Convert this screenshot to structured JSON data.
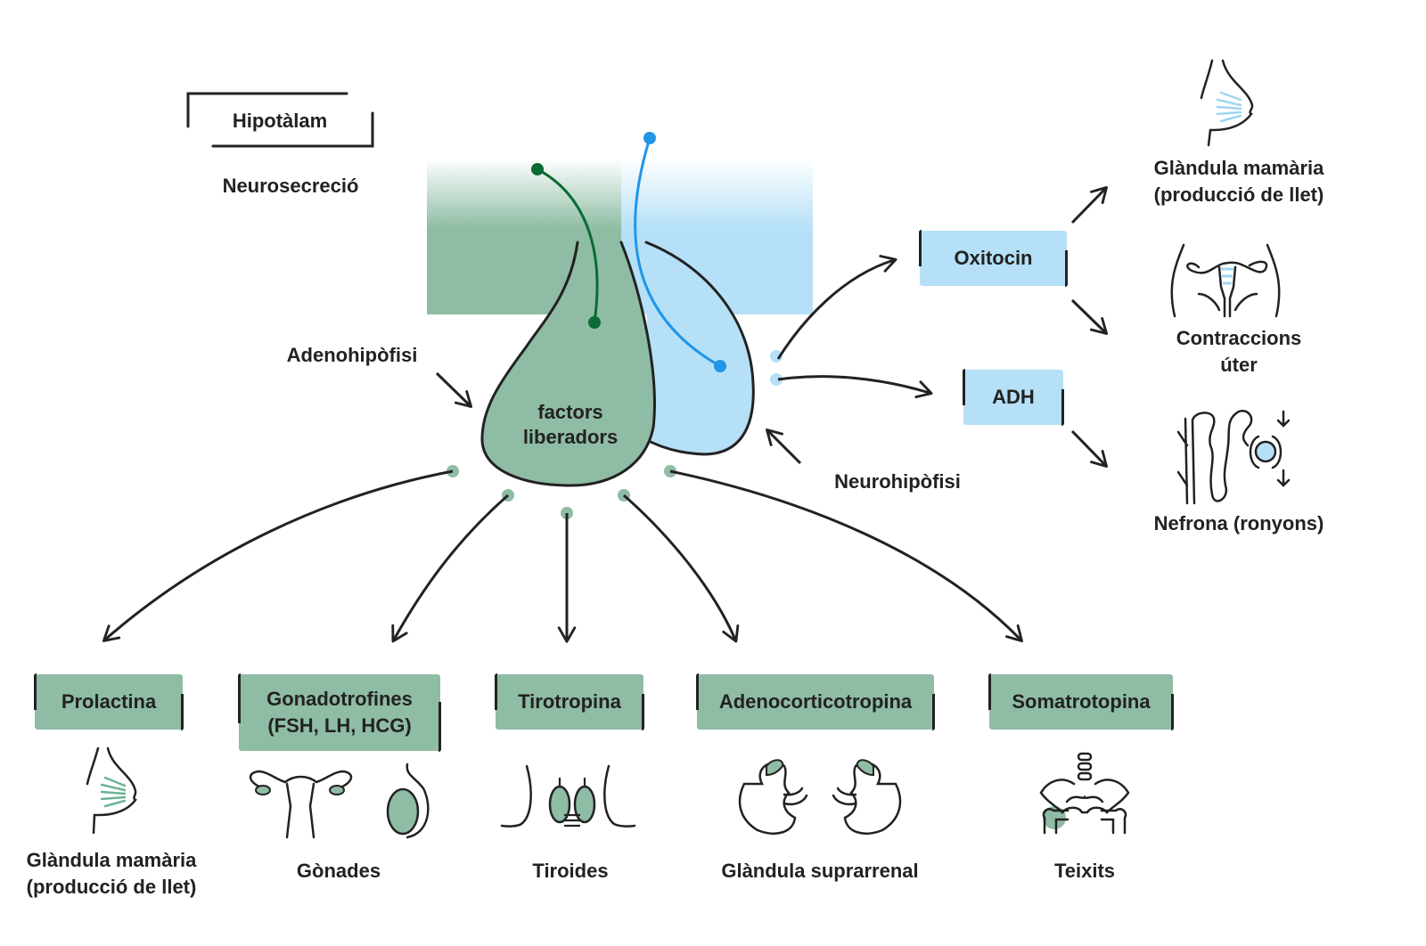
{
  "header": {
    "hypothalamus_label": "Hipotàlam",
    "neurosecretion_label": "Neurosecreció"
  },
  "pituitary": {
    "adenohypophysis_label": "Adenohipòfisi",
    "neurohypophysis_label": "Neurohipòfisi",
    "center_label_line1": "factors",
    "center_label_line2": "liberadors"
  },
  "posterior_hormones": [
    {
      "name": "Oxitocin",
      "color": "#b5e0f7"
    },
    {
      "name": "ADH",
      "color": "#b5e0f7"
    }
  ],
  "posterior_targets": [
    {
      "icon": "breast-icon",
      "label_line1": "Glàndula mamària",
      "label_line2": "(producció de llet)"
    },
    {
      "icon": "uterus-icon",
      "label_line1": "Contraccions",
      "label_line2": "úter"
    },
    {
      "icon": "nephron-icon",
      "label_line1": "Nefrona (ronyons)",
      "label_line2": ""
    }
  ],
  "anterior_hormones": [
    {
      "name_line1": "Prolactina",
      "name_line2": "",
      "target_line1": "Glàndula mamària",
      "target_line2": "(producció de llet)",
      "icon": "breast-icon"
    },
    {
      "name_line1": "Gonadotrofines",
      "name_line2": "(FSH, LH, HCG)",
      "target_line1": "Gònades",
      "target_line2": "",
      "icon": "gonads-icon"
    },
    {
      "name_line1": "Tirotropina",
      "name_line2": "",
      "target_line1": "Tiroides",
      "target_line2": "",
      "icon": "thyroid-icon"
    },
    {
      "name_line1": "Adenocorticotropina",
      "name_line2": "",
      "target_line1": "Glàndula suprarrenal",
      "target_line2": "",
      "icon": "adrenal-gland-icon"
    },
    {
      "name_line1": "Somatrotopina",
      "name_line2": "",
      "target_line1": "Teixits",
      "target_line2": "",
      "icon": "pelvis-bones-icon"
    }
  ],
  "colors": {
    "anterior_green": "#8fbca4",
    "dark_green": "#0b6b34",
    "posterior_blue": "#b5e0f7",
    "bright_blue": "#2196e8",
    "ink": "#222222"
  }
}
